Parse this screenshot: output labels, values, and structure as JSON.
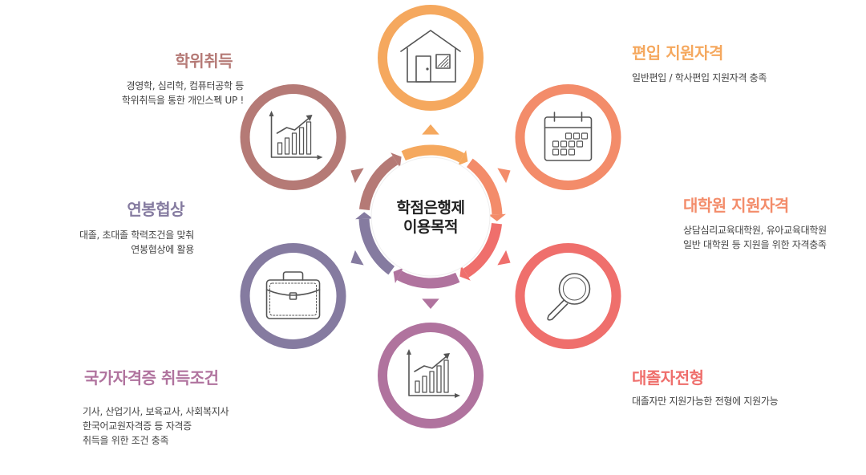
{
  "center": {
    "line1": "학점은행제",
    "line2": "이용목적"
  },
  "items": [
    {
      "id": "transfer",
      "title": "편입 지원자격",
      "color": "#f5a85e",
      "icon": "house-icon",
      "lines": [
        "일반편입 / 학사편입 지원자격 충족"
      ]
    },
    {
      "id": "grad-school",
      "title": "대학원 지원자격",
      "color": "#f38c6a",
      "icon": "calendar-icon",
      "lines": [
        "상담심리교육대학원, 유아교육대학원",
        "일반 대학원 등 지원을 위한 자격충족"
      ]
    },
    {
      "id": "graduate-hire",
      "title": "대졸자전형",
      "color": "#ef6f6c",
      "icon": "magnifier-icon",
      "lines": [
        "대졸자만 지원가능한 전형에 지원가능"
      ]
    },
    {
      "id": "license",
      "title": "국가자격증 취득조건",
      "color": "#b0739e",
      "icon": "bar-chart-icon",
      "lines": [
        "기사, 산업기사, 보육교사, 사회복지사",
        "한국어교원자격증 등 자격증",
        "취득을 위한 조건 충족"
      ]
    },
    {
      "id": "salary",
      "title": "연봉협상",
      "color": "#857ba0",
      "icon": "briefcase-icon",
      "lines": [
        "대졸, 초대졸 학력조건을 맞춰",
        "연봉협상에 활용"
      ]
    },
    {
      "id": "degree",
      "title": "학위취득",
      "color": "#b57a76",
      "icon": "bar-chart-icon",
      "lines": [
        "경영학, 심리학, 컴퓨터공학 등",
        "학위취득을 통한 개인스펙 UP !"
      ]
    }
  ]
}
